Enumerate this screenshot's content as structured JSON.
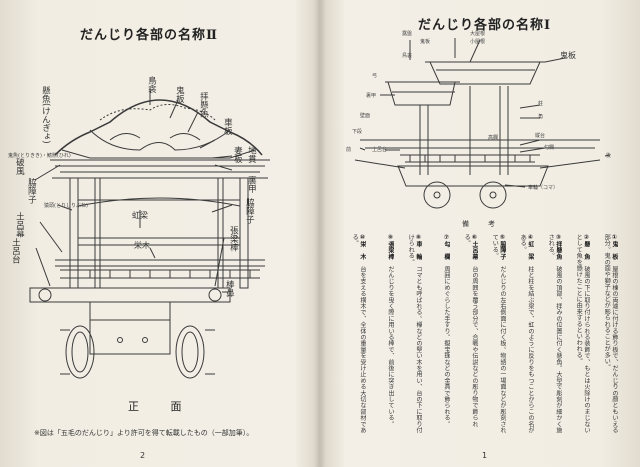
{
  "left_page": {
    "title": "だんじり各部の名称Ⅱ",
    "labels": {
      "onigawara": "鬼板",
      "torii": "鳥衾",
      "kenbo_gyo": "懸魚(けんぎょ)",
      "ogami_gyo": "拝懸魚",
      "hafu": "破風",
      "tsuma": "妻板",
      "kurumaita": "車板",
      "tsuyakoma": "地貫",
      "ura": "裏甲",
      "tate_left": "脇障子",
      "tate_right": "脇障子",
      "koryo": "虹梁",
      "shugi": "栄木",
      "dodai": "土呂幕",
      "dodai2": "土呂台",
      "shibou": "張梁棒",
      "kakko": "棒鼻",
      "side_small_1": "鬼魚(とりきき)・鰭懸(ひれ)",
      "side_small_2": "猿頭(とりしりぶね)"
    },
    "view_caption": "正 面",
    "footnote": "※図は「五毛のだんじり」より許可を得て転載したもの（一部加筆）。",
    "page_number": "2"
  },
  "right_page": {
    "title": "だんじり各部の名称Ⅰ",
    "labels": {
      "yane": "鬼板",
      "top_left_1": "露盤",
      "top_left_2": "鳥衾",
      "top_mid_1": "大屋根",
      "top_mid_2": "小屋根",
      "top_mid_3": "鬼板",
      "yumi": "弓",
      "ura": "裏甲",
      "hashira": "柱",
      "kaku": "角",
      "shitami": "下段",
      "jutai": "縦台",
      "dodai": "土呂台",
      "kabe": "壁面",
      "kouran": "勾欄",
      "sharin": "車輪（コマ）",
      "mae": "前",
      "ushiro": "後",
      "small_mid": "高欄"
    },
    "remarks_heading": "備　考",
    "page_number": "1",
    "notes": [
      {
        "head": "①鬼　板",
        "body": "屋根の棟の両端に付ける飾り板で、だんじりの顔ともいえる部分。鬼の面や獅子などが彫られることが多い。"
      },
      {
        "head": "②懸　魚",
        "body": "破風の下に取り付けられる装飾で、もとは火除けのまじないとして魚を懸けたことに由来するといわれる。"
      },
      {
        "head": "③拝懸魚",
        "body": "破風の頂部、拝みの位置に付く懸魚。大型で彫刻が細かく施される。"
      },
      {
        "head": "④虹　梁",
        "body": "柱と柱を結ぶ梁で、虹のように反りをもつことからこの名がある。"
      },
      {
        "head": "⑤脇障子",
        "body": "だんじりの左右側面に付く板。物語の一場面などが彫刻されている。"
      },
      {
        "head": "⑥土呂幕",
        "body": "台の周囲を覆う部分で、合戦や伝説などの彫り物で飾られる。"
      },
      {
        "head": "⑦勾　欄",
        "body": "周囲にめぐらした手すり。擬宝珠などの金具で飾られる。"
      },
      {
        "head": "⑧車　輪",
        "body": "コマとも呼ばれる。欅などの堅い木を用い、台の下に取り付けられる。"
      },
      {
        "head": "⑨張梁棒",
        "body": "だんじりを曳く際に用いる棒で、前後に突き出している。"
      },
      {
        "head": "⑩栄　木",
        "body": "台を支える横木で、全体の重量を受け止める大切な部材である。"
      }
    ]
  }
}
